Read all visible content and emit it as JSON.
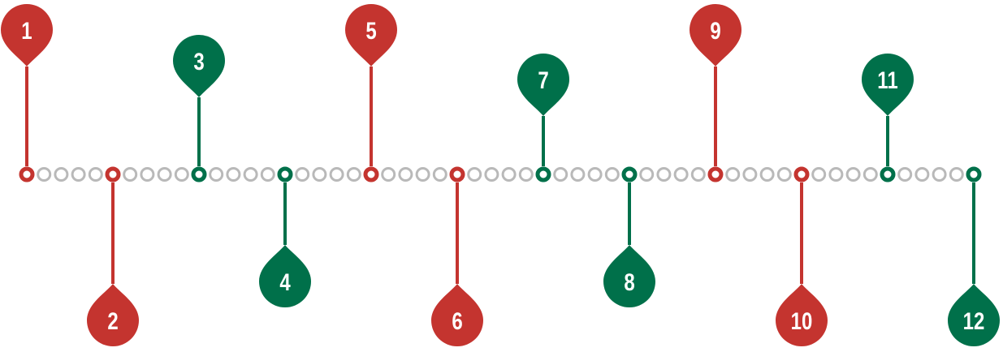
{
  "colors": {
    "red": "#c4342f",
    "green": "#00704a",
    "dot": "#b9b9b9"
  },
  "milestones": [
    {
      "label": "1",
      "color": "red",
      "side": "up",
      "tip_level": "high"
    },
    {
      "label": "2",
      "color": "red",
      "side": "down",
      "tip_level": "far"
    },
    {
      "label": "3",
      "color": "green",
      "side": "up",
      "tip_level": "mid"
    },
    {
      "label": "4",
      "color": "green",
      "side": "down",
      "tip_level": "near"
    },
    {
      "label": "5",
      "color": "red",
      "side": "up",
      "tip_level": "high"
    },
    {
      "label": "6",
      "color": "red",
      "side": "down",
      "tip_level": "far"
    },
    {
      "label": "7",
      "color": "green",
      "side": "up",
      "tip_level": "low"
    },
    {
      "label": "8",
      "color": "green",
      "side": "down",
      "tip_level": "near"
    },
    {
      "label": "9",
      "color": "red",
      "side": "up",
      "tip_level": "high"
    },
    {
      "label": "10",
      "color": "red",
      "side": "down",
      "tip_level": "far"
    },
    {
      "label": "11",
      "color": "green",
      "side": "up",
      "tip_level": "low"
    },
    {
      "label": "12",
      "color": "green",
      "side": "down",
      "tip_level": "far"
    }
  ],
  "dots_between": 4
}
